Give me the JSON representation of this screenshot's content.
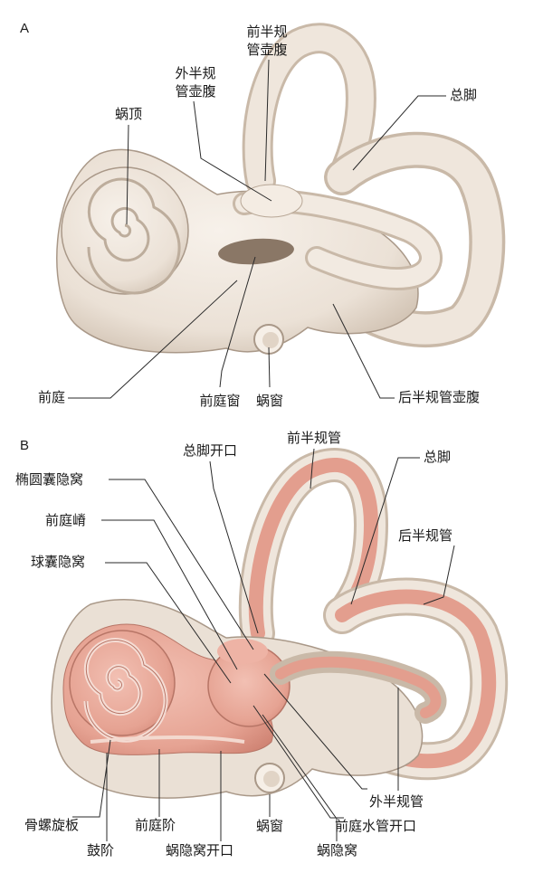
{
  "panels": [
    "A",
    "B"
  ],
  "labels_a": {
    "cochlea_apex": "蜗顶",
    "lateral_ampulla_l1": "外半规",
    "lateral_ampulla_l2": "管壶腹",
    "anterior_ampulla_l1": "前半规",
    "anterior_ampulla_l2": "管壶腹",
    "common_crus": "总脚",
    "vestibule": "前庭",
    "oval_window": "前庭窗",
    "round_window": "蜗窗",
    "posterior_ampulla": "后半规管壶腹"
  },
  "labels_b": {
    "common_crus_opening": "总脚开口",
    "anterior_canal": "前半规管",
    "common_crus": "总脚",
    "elliptical_recess": "椭圆囊隐窝",
    "vestibular_crest": "前庭嵴",
    "posterior_canal": "后半规管",
    "spherical_recess": "球囊隐窝",
    "lateral_canal": "外半规管",
    "osseous_spiral_lamina": "骨螺旋板",
    "scala_vestibuli": "前庭阶",
    "round_window": "蜗窗",
    "vestibular_aqueduct_opening": "前庭水管开口",
    "scala_tympani": "鼓阶",
    "cochlear_recess_opening": "蜗隐窝开口",
    "cochlear_recess": "蜗隐窝"
  },
  "colors": {
    "bone": "#ece3d9",
    "bone_shadow": "#c9b9a8",
    "outline": "#8f7f6e",
    "interior": "#e9a89a",
    "interior_dark": "#d98a7b"
  }
}
